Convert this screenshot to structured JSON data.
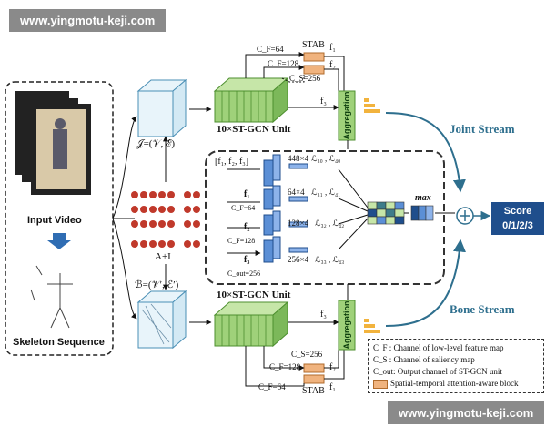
{
  "watermarks": {
    "top": "www.yingmotu-keji.com",
    "bottom": "www.yingmotu-keji.com"
  },
  "left": {
    "input_video": "Input Video",
    "skeleton_sequence": "Skeleton Sequence",
    "adjacency": "A+I"
  },
  "graphs": {
    "joint": "𝒥=(𝒱, ℰ)",
    "bone": "ℬ=(𝒱′, ℰ′)"
  },
  "joint_branch": {
    "cf64": "C_F=64",
    "cf128": "C_F=128",
    "cs256": "C_S=256",
    "stab": "STAB",
    "f1": "f₁",
    "f2": "f₂",
    "f3": "f₃",
    "unit": "10×ST-GCN Unit",
    "aggregation": "Aggregation",
    "stream": "Joint Stream"
  },
  "bone_branch": {
    "cf64": "C_F=64",
    "cf128": "C_F=128",
    "cs256": "C_S=256",
    "stab": "STAB",
    "f1": "f₁",
    "f2": "f₂",
    "f3": "f₃",
    "unit": "10×ST-GCN Unit",
    "aggregation": "Aggregation",
    "stream": "Bone Stream"
  },
  "center": {
    "concat": "[f₁, f₂, f₃]",
    "r1": "448×4",
    "r1l": "ℒ₃₀ , ℒ₄₀",
    "f1": "f₁",
    "cf64": "C_F=64",
    "r2": "64×4",
    "r2l": "ℒ₃₁ , ℒ₄₁",
    "f2": "f₂",
    "cf128": "C_F=128",
    "r3": "128×4",
    "r3l": "ℒ₃₂ , ℒ₄₂",
    "f3": "f₃",
    "cout": "C_out=256",
    "r4": "256×4",
    "r4l": "ℒ₃₃ , ℒ₄₃",
    "max": "max"
  },
  "score": {
    "line1": "Score",
    "line2": "0/1/2/3"
  },
  "legend": {
    "cf": "C_F : Channel of low-level feature map",
    "cs": "C_S : Channel of saliency map",
    "cout": "C_out: Output channel of ST-GCN unit",
    "stab": "Spatial-temporal attention-aware block"
  },
  "colors": {
    "gcn": "#9fd17a",
    "gcn_dark": "#4d8f2f",
    "stab": "#f0b37e",
    "stream": "#2e6f8e",
    "score": "#1f4e8c",
    "joint_dot": "#c0392b"
  }
}
